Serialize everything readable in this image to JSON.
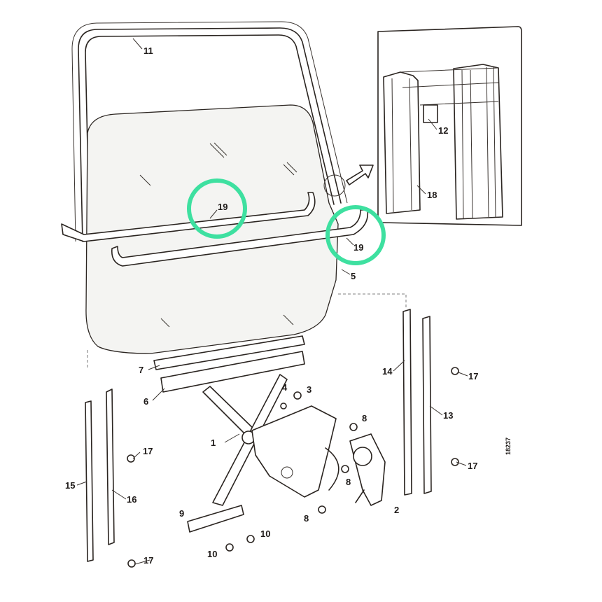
{
  "diagram": {
    "reference_number": "18237",
    "highlight_color": "#3ee0a0",
    "callouts": [
      {
        "id": "11",
        "text": "11"
      },
      {
        "id": "12",
        "text": "12"
      },
      {
        "id": "18",
        "text": "18"
      },
      {
        "id": "19a",
        "text": "19"
      },
      {
        "id": "19b",
        "text": "19"
      },
      {
        "id": "5",
        "text": "5"
      },
      {
        "id": "7",
        "text": "7"
      },
      {
        "id": "6",
        "text": "6"
      },
      {
        "id": "4",
        "text": "4"
      },
      {
        "id": "3",
        "text": "3"
      },
      {
        "id": "8a",
        "text": "8"
      },
      {
        "id": "1",
        "text": "1"
      },
      {
        "id": "17a",
        "text": "17"
      },
      {
        "id": "14",
        "text": "14"
      },
      {
        "id": "17b",
        "text": "17"
      },
      {
        "id": "13",
        "text": "13"
      },
      {
        "id": "17c",
        "text": "17"
      },
      {
        "id": "8b",
        "text": "8"
      },
      {
        "id": "2",
        "text": "2"
      },
      {
        "id": "8c",
        "text": "8"
      },
      {
        "id": "9",
        "text": "9"
      },
      {
        "id": "10a",
        "text": "10"
      },
      {
        "id": "10b",
        "text": "10"
      },
      {
        "id": "15",
        "text": "15"
      },
      {
        "id": "16",
        "text": "16"
      },
      {
        "id": "17d",
        "text": "17"
      }
    ]
  }
}
